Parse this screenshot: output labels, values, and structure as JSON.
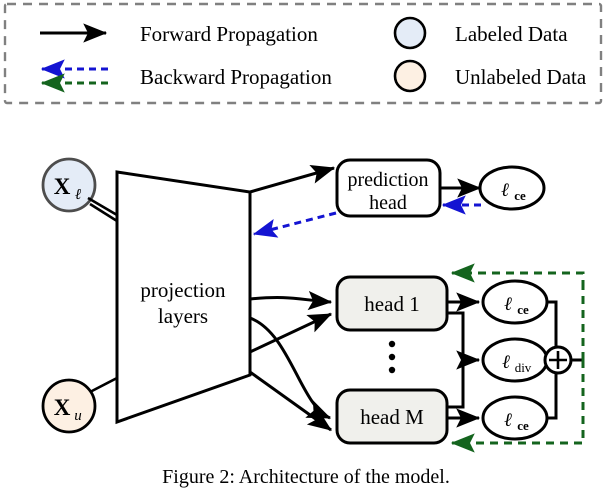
{
  "figure": {
    "caption": "Figure 2: Architecture of the model.",
    "colors": {
      "forward_arrow": "#000000",
      "backward_blue": "#1414d2",
      "backward_green": "#14641e",
      "labeled_fill": "#e4ecf7",
      "unlabeled_fill": "#fdf0e3",
      "head_fill": "#f0f0ec",
      "legend_border": "#808080",
      "box_stroke": "#000000"
    }
  },
  "legend": {
    "rows": [
      {
        "icon": "solid-black-arrow-right",
        "label": "Forward Propagation",
        "swatch": "circle-labeled",
        "swatch_label": "Labeled Data"
      },
      {
        "icon": "dashed-blue-green-arrow-left",
        "label": "Backward Propagation",
        "swatch": "circle-unlabeled",
        "swatch_label": "Unlabeled Data"
      }
    ],
    "forward_label": "Forward Propagation",
    "backward_label": "Backward Propagation",
    "labeled_label": "Labeled Data",
    "unlabeled_label": "Unlabeled Data"
  },
  "nodes": {
    "input_labeled": "X",
    "input_labeled_sub": "ℓ",
    "input_unlabeled": "X",
    "input_unlabeled_sub": "u",
    "encoder_line1": "projection",
    "encoder_line2": "layers",
    "prediction_head_line1": "prediction",
    "prediction_head_line2": "head",
    "head_first": "head 1",
    "head_last": "head M",
    "ellipsis": "⋮",
    "loss_ce": "ℓ",
    "loss_ce_sub": "ce",
    "loss_div": "ℓ",
    "loss_div_sub": "div",
    "sum_symbol": "⊕"
  },
  "losses": [
    {
      "name": "loss-ce-supervised",
      "base": "ℓ",
      "sub": "ce"
    },
    {
      "name": "loss-ce-head1",
      "base": "ℓ",
      "sub": "ce"
    },
    {
      "name": "loss-div",
      "base": "ℓ",
      "sub": "div"
    },
    {
      "name": "loss-ce-headM",
      "base": "ℓ",
      "sub": "ce"
    }
  ]
}
